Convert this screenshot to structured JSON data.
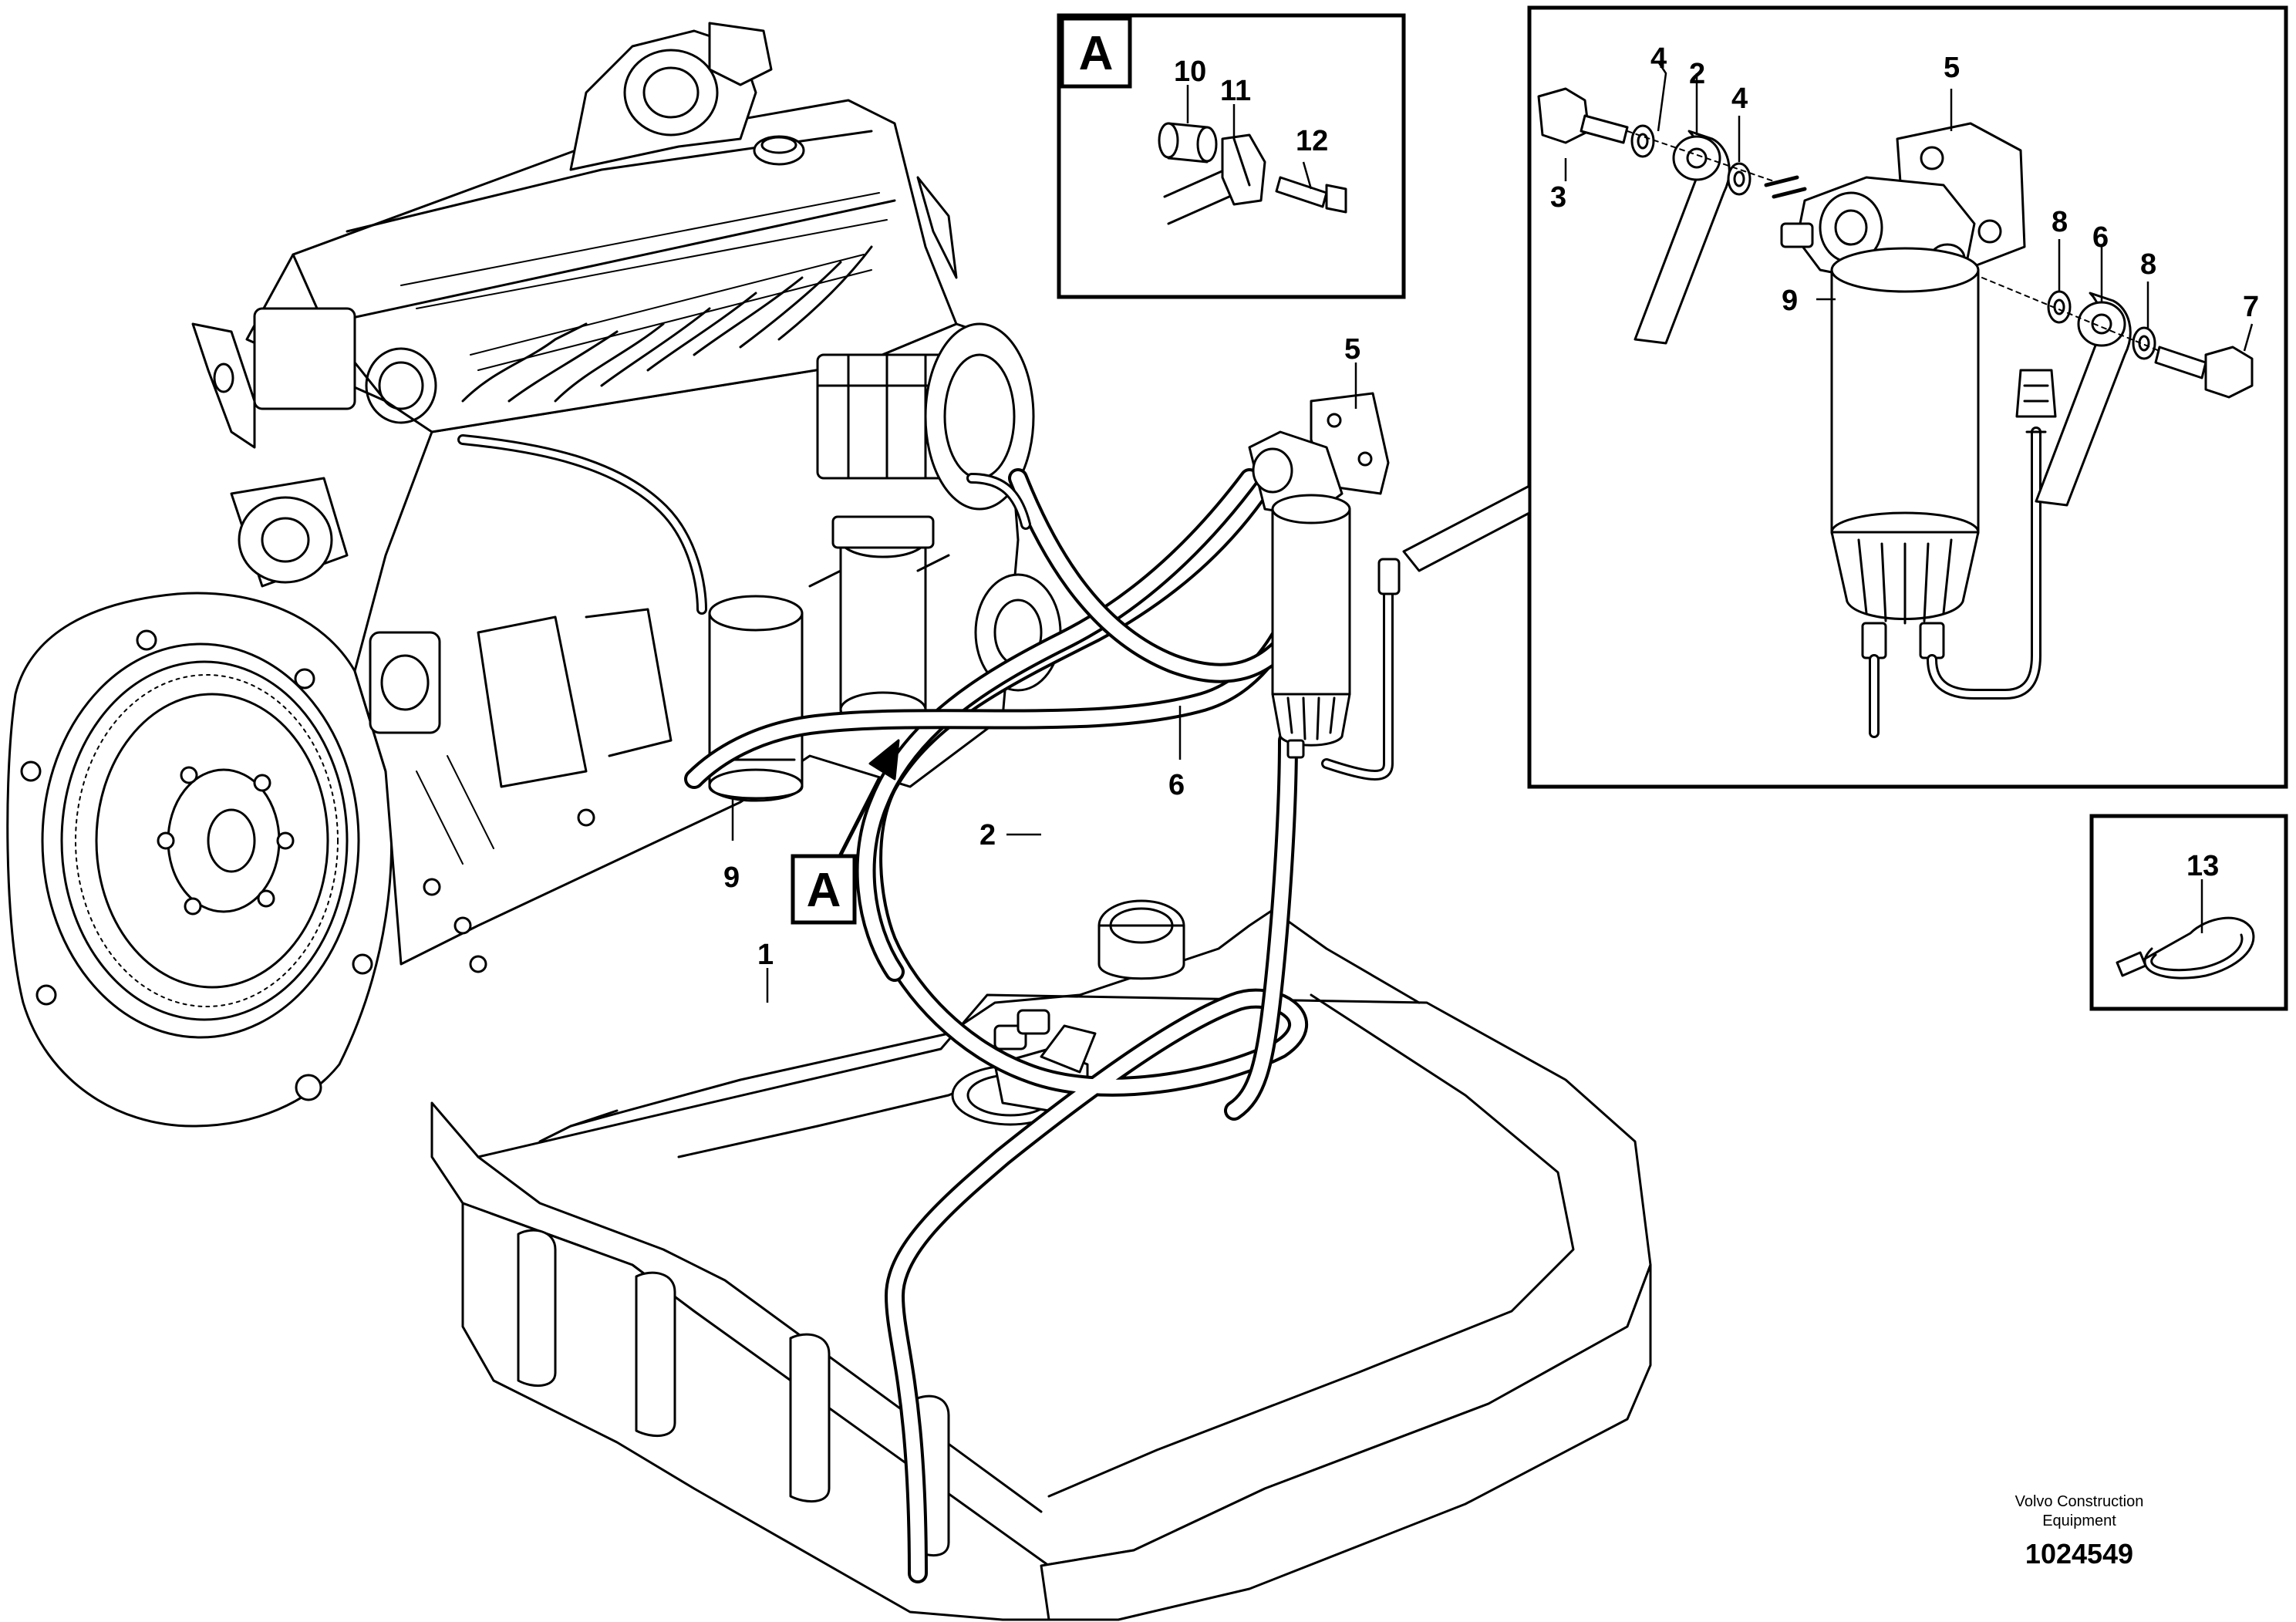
{
  "figure": {
    "callouts": {
      "c1": "1",
      "c2_main": "2",
      "c5_main": "5",
      "c6_main": "6",
      "c9_main": "9",
      "c10": "10",
      "c11": "11",
      "c12": "12",
      "c2_detail": "2",
      "c3": "3",
      "c4a": "4",
      "c4b": "4",
      "c5_detail": "5",
      "c6_detail": "6",
      "c7": "7",
      "c8a": "8",
      "c8b": "8",
      "c9_detail": "9",
      "c13": "13"
    },
    "view_labels": {
      "detail_box": "A",
      "main_marker": "A"
    },
    "footer": {
      "brand_line1": "Volvo Construction",
      "brand_line2": "Equipment",
      "doc_number": "1024549"
    }
  }
}
